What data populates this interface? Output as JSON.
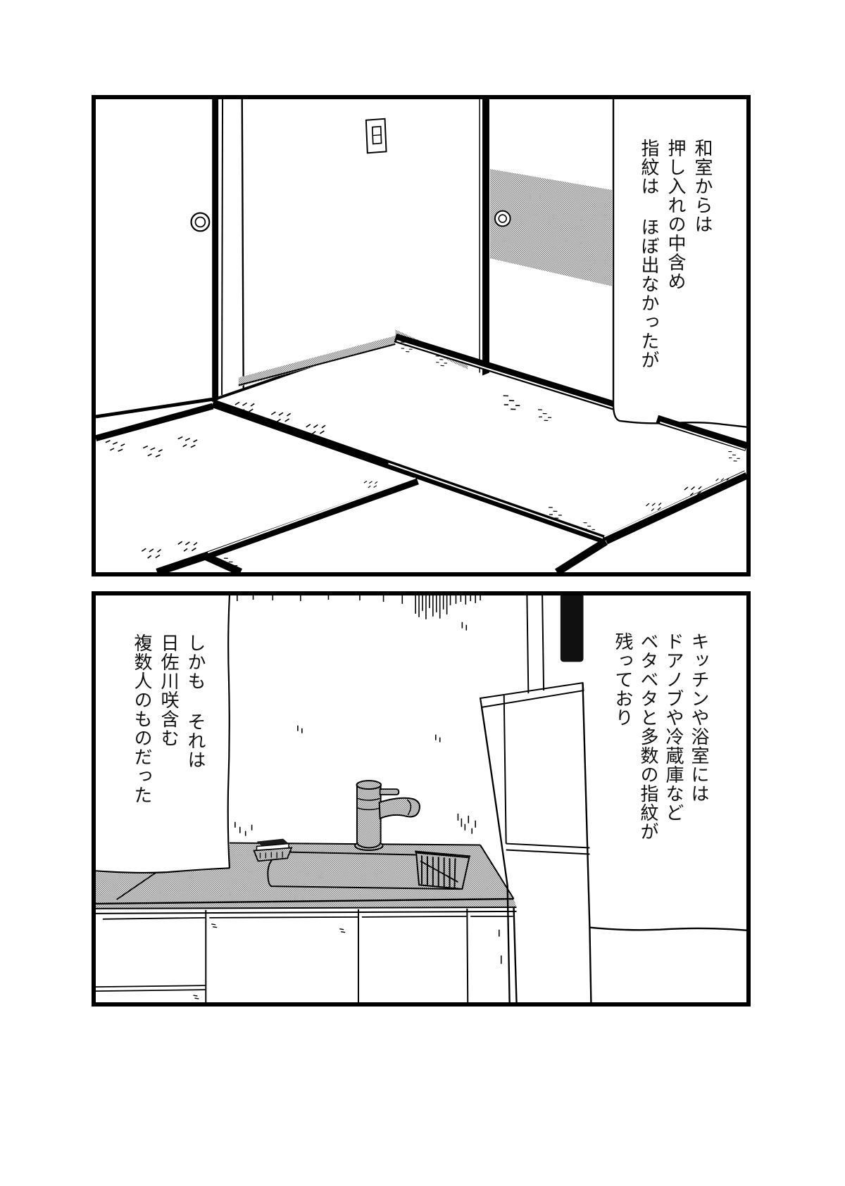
{
  "page": {
    "type": "manga-page",
    "panel_count": 2,
    "ink_color": "#000000",
    "paper_color": "#ffffff",
    "halftone_color": "#8a8a8a"
  },
  "panels": [
    {
      "id": "panel-1",
      "scene": "japanese tatami room with sliding fusuma doors",
      "narration": "和室からは\n押し入れの中含め\n指紋は ほぼ出なかったが"
    },
    {
      "id": "panel-2",
      "scene": "kitchen counter with sink, faucet and refrigerator",
      "narration_right": "キッチンや浴室には\nドアノブや冷蔵庫など\nベタベタと多数の指紋が\n残っており",
      "narration_left": "しかも それは\n日佐川咲含む\n複数人のものだった"
    }
  ]
}
